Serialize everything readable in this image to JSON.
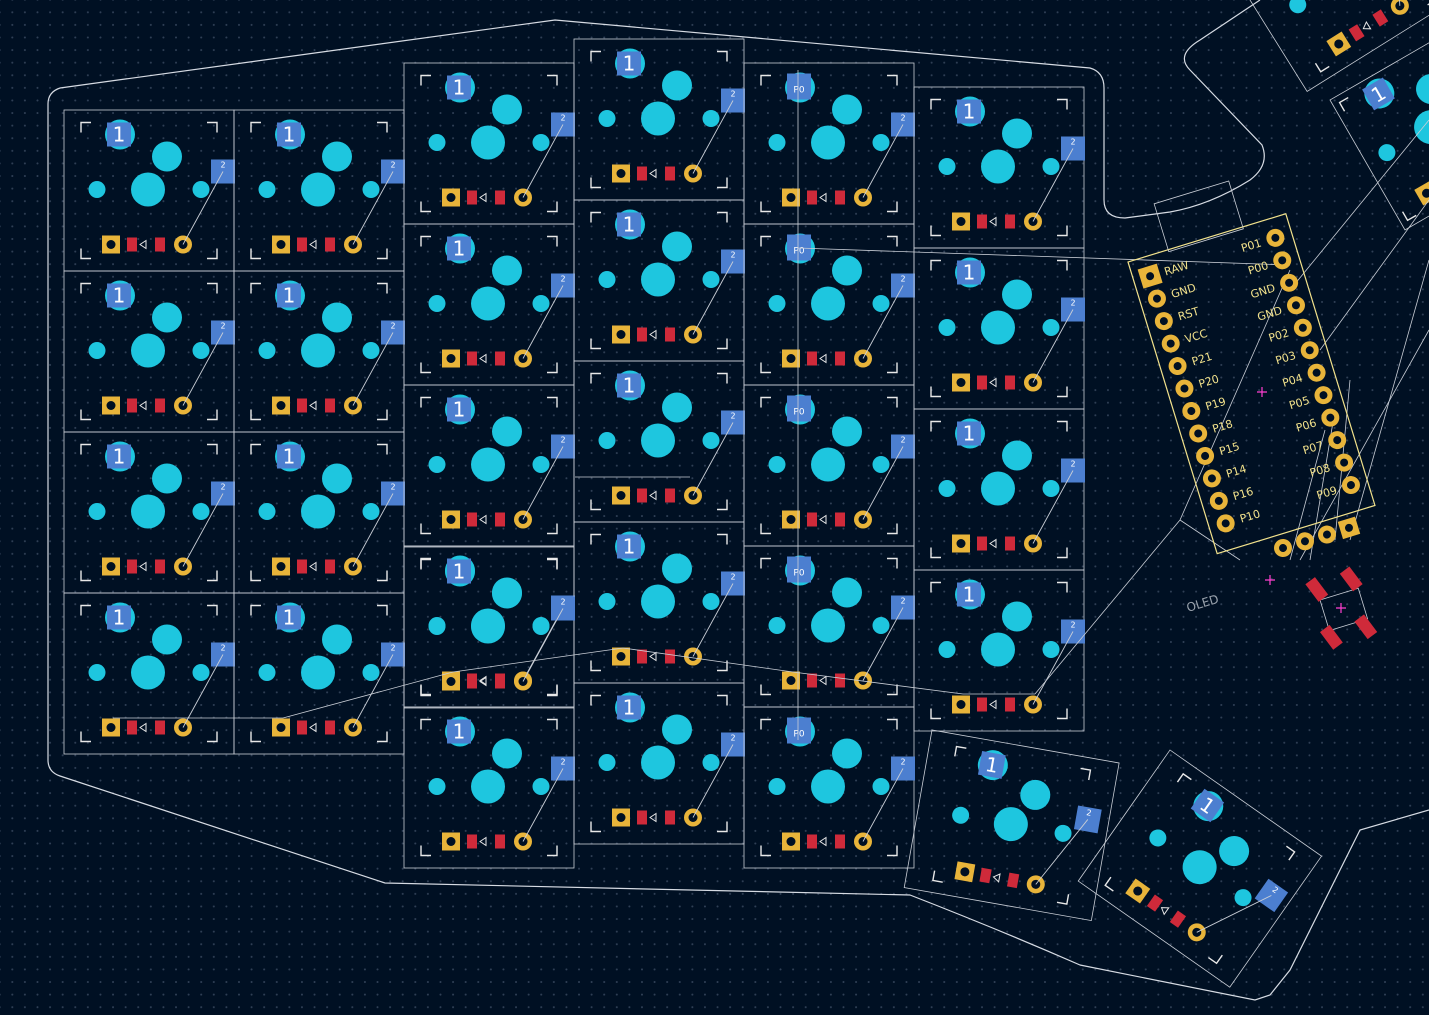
{
  "colors": {
    "background": "#001023",
    "grid_dot": "#2f3f55",
    "edge_cuts": "#d6dbe3",
    "courtyard": "#c9ced6",
    "silk": "#e8e8e8",
    "hole": "#1ec6df",
    "pad_blue": "#4c7fd0",
    "pad_gold": "#e8b43a",
    "pad_red": "#cf2a3a",
    "mcu_silk": "#f2e28c",
    "marker": "#ff3fd0"
  },
  "switch": {
    "pin1_label": "1",
    "pin2_label": "2",
    "row_pad_label": "P0"
  },
  "mcu": {
    "left_pins": [
      "RAW",
      "GND",
      "RST",
      "VCC",
      "P21",
      "P20",
      "P19",
      "P18",
      "P15",
      "P14",
      "P16",
      "P10"
    ],
    "right_pins": [
      "P01",
      "P00",
      "GND",
      "GND",
      "P02",
      "P03",
      "P04",
      "P05",
      "P06",
      "P07",
      "P08",
      "P09"
    ]
  },
  "oled_label": "OLED"
}
